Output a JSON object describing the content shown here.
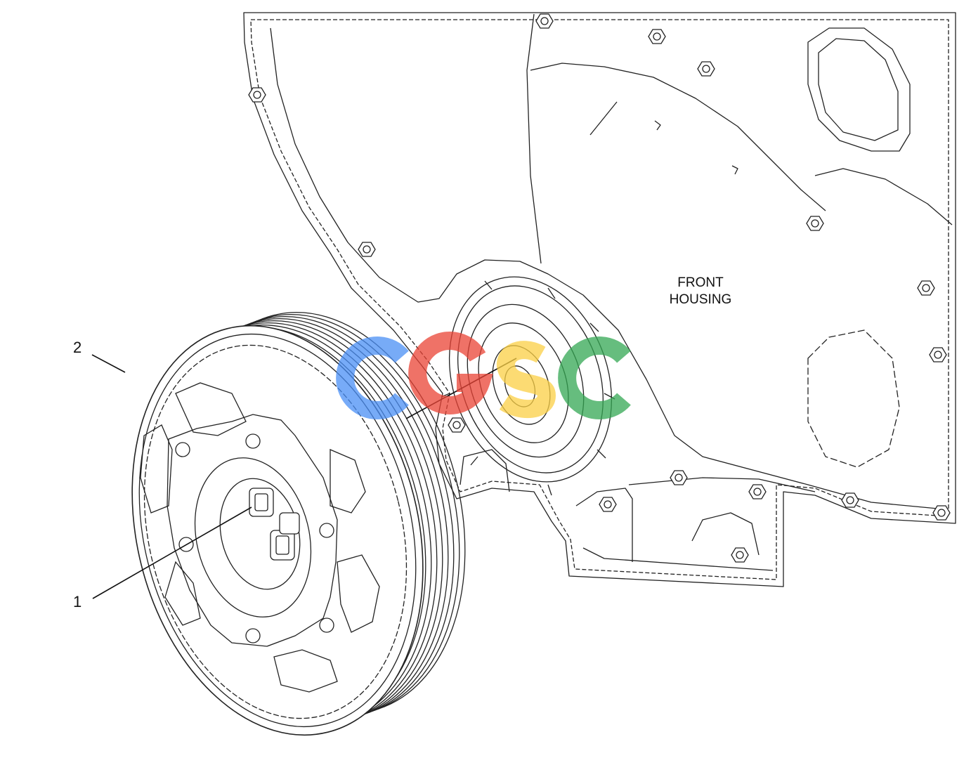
{
  "diagram": {
    "callouts": [
      {
        "id": "1",
        "label": "1"
      },
      {
        "id": "2",
        "label": "2"
      }
    ],
    "front_housing_label": [
      "FRONT",
      "HOUSING"
    ]
  },
  "watermark": {
    "text": "CGSC",
    "letters": [
      {
        "char": "C",
        "color": "#4a8ff5"
      },
      {
        "char": "G",
        "color": "#ea4335"
      },
      {
        "char": "S",
        "color": "#fbd045"
      },
      {
        "char": "C",
        "color": "#34a853"
      }
    ]
  }
}
